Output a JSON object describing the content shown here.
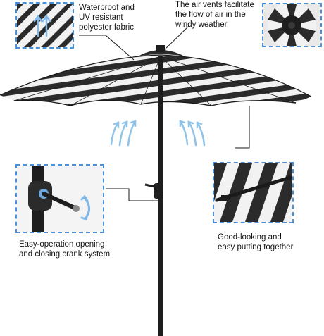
{
  "features": [
    {
      "id": "fabric",
      "lines": [
        "Waterproof and",
        "UV resistant",
        "polyester fabric"
      ]
    },
    {
      "id": "vents",
      "lines": [
        "The air vents facilitate",
        "the flow of air in the",
        "windy weather"
      ]
    },
    {
      "id": "crank",
      "lines": [
        "Easy-operation opening",
        "and closing crank system"
      ]
    },
    {
      "id": "assembly",
      "lines": [
        "Good-looking and",
        "easy putting together"
      ]
    }
  ],
  "colors": {
    "stripe_dark": "#2b2b2b",
    "stripe_light": "#f2f2f2",
    "pole": "#1e1e1e",
    "airflow_arrow": "#8fc3e8",
    "inset_border": "#4a90d9"
  },
  "icons": [
    "droplet-shield-icon",
    "airflow-arrows-icon",
    "rotate-arrow-icon"
  ]
}
